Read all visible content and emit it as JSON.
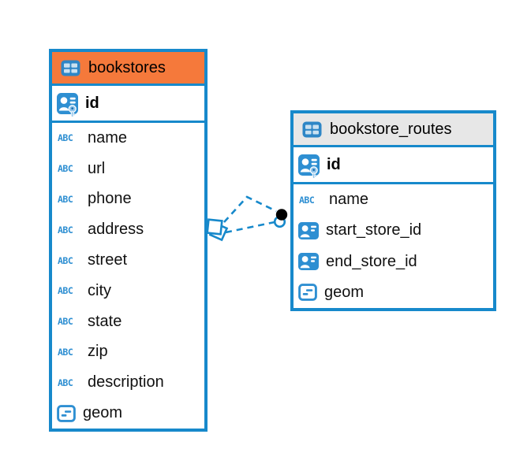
{
  "palette": {
    "accent_blue": "#1789cb",
    "icon_blue": "#2e8fd2",
    "bookstores_header": "#f5793b",
    "routes_header": "#e7e7e7",
    "relationship_dot": "#000000",
    "background": "#ffffff"
  },
  "icons": {
    "text_type_label": "ABC",
    "table_icon": "table-grid",
    "primary_key_icon": "person-with-key",
    "foreign_key_icon": "person-card",
    "geometry_icon": "box-with-dashes"
  },
  "tables": [
    {
      "name": "bookstores",
      "columns": [
        {
          "name": "id",
          "type": "pk"
        },
        {
          "name": "name",
          "type": "text"
        },
        {
          "name": "url",
          "type": "text"
        },
        {
          "name": "phone",
          "type": "text"
        },
        {
          "name": "address",
          "type": "text"
        },
        {
          "name": "street",
          "type": "text"
        },
        {
          "name": "city",
          "type": "text"
        },
        {
          "name": "state",
          "type": "text"
        },
        {
          "name": "zip",
          "type": "text"
        },
        {
          "name": "description",
          "type": "text"
        },
        {
          "name": "geom",
          "type": "geom"
        }
      ]
    },
    {
      "name": "bookstore_routes",
      "columns": [
        {
          "name": "id",
          "type": "pk"
        },
        {
          "name": "name",
          "type": "text"
        },
        {
          "name": "start_store_id",
          "type": "ref"
        },
        {
          "name": "end_store_id",
          "type": "ref"
        },
        {
          "name": "geom",
          "type": "geom"
        }
      ]
    }
  ],
  "relationships": [
    {
      "from_table": "bookstores",
      "to_table": "bookstore_routes",
      "style": "dashed"
    },
    {
      "from_table": "bookstores",
      "to_table": "bookstore_routes",
      "style": "dashed"
    }
  ]
}
